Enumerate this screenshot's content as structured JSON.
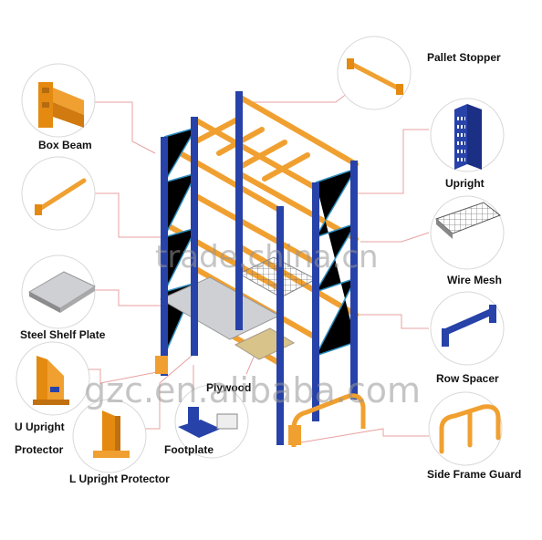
{
  "labels": {
    "pallet_stopper": "Pallet Stopper",
    "box_beam": "Box Beam",
    "upright": "Upright",
    "wire_mesh": "Wire Mesh",
    "steel_shelf_plate": "Steel Shelf Plate",
    "row_spacer": "Row Spacer",
    "u_upright_protector_line1": "U Upright",
    "u_upright_protector_line2": "Protector",
    "plywood": "Plywood",
    "footplate": "Footplate",
    "l_upright_protector": "L Upright Protector",
    "side_frame_guard": "Side Frame Guard"
  },
  "watermarks": {
    "site1": "trade.china.cn",
    "site2": "gzc.en.alibaba.com"
  },
  "colors": {
    "upright_blue": "#2742a8",
    "beam_orange": "#f0a030",
    "callout_line": "#e8a0a0",
    "circle_stroke": "#d0d0d0",
    "plate_gray": "#cfd0d3",
    "plywood": "#d8c48a"
  }
}
